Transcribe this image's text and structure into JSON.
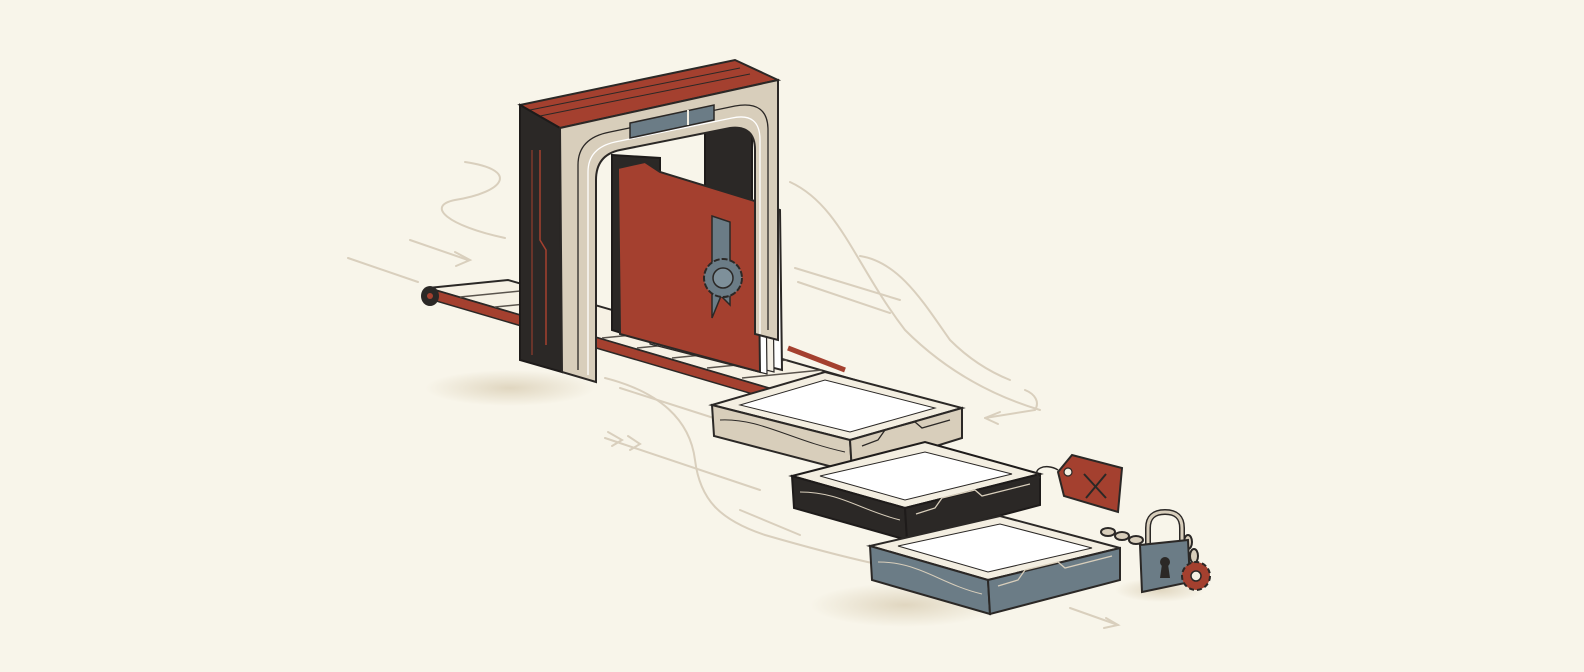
{
  "palette": {
    "background": "#f8f5ea",
    "red": "#a4402f",
    "charcoal": "#2b2826",
    "beige": "#d8cebb",
    "slate": "#6b7c86",
    "paper": "#f3eee1",
    "line": "#d9cfbd"
  },
  "icons": {
    "gate": "scanner-arch",
    "folder": "certified-document-folder",
    "trays": [
      "beige-tray",
      "black-tray",
      "slate-tray"
    ],
    "tag": "rejected-tag-x",
    "lock": "padlock-with-gear"
  }
}
